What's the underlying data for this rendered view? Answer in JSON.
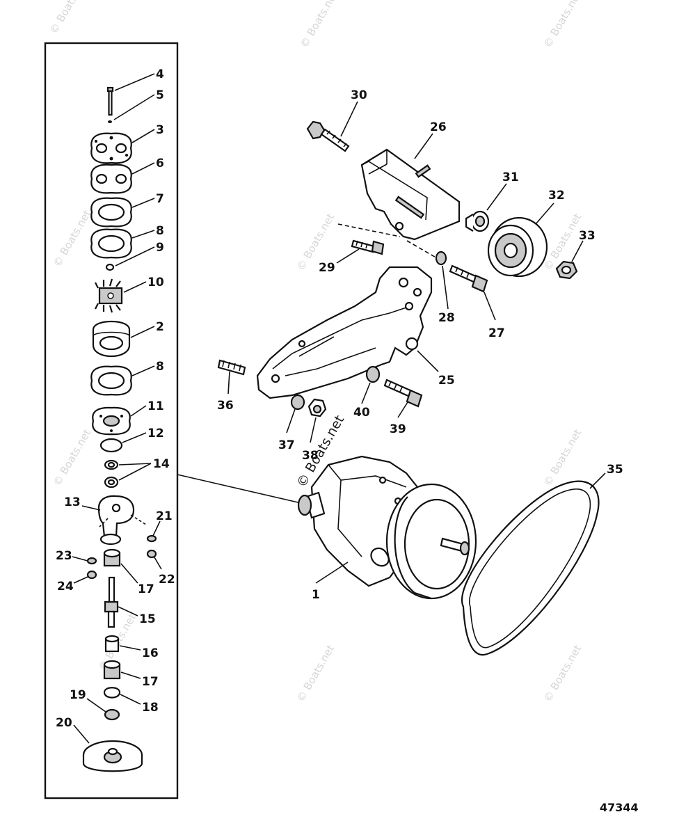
{
  "figure_number": "47344",
  "watermark": {
    "repeated_text": "© Boats.net",
    "center_text": "© Boats.net"
  },
  "callouts": [
    "1",
    "2",
    "3",
    "4",
    "5",
    "6",
    "7",
    "8",
    "9",
    "10",
    "11",
    "12",
    "13",
    "14",
    "15",
    "16",
    "17",
    "18",
    "19",
    "20",
    "21",
    "22",
    "23",
    "24",
    "25",
    "26",
    "27",
    "28",
    "29",
    "30",
    "31",
    "32",
    "33",
    "35",
    "36",
    "37",
    "38",
    "39",
    "40"
  ],
  "inset_labels": {
    "l4": "4",
    "l5": "5",
    "l3": "3",
    "l6": "6",
    "l7": "7",
    "l8a": "8",
    "l9": "9",
    "l10": "10",
    "l2": "2",
    "l8b": "8",
    "l11": "11",
    "l12": "12",
    "l14": "14",
    "l13": "13",
    "l21": "21",
    "l23": "23",
    "l22": "22",
    "l24": "24",
    "l17a": "17",
    "l15": "15",
    "l16": "16",
    "l17b": "17",
    "l19": "19",
    "l18": "18",
    "l20": "20"
  },
  "main_labels": {
    "l30": "30",
    "l26": "26",
    "l31": "31",
    "l32": "32",
    "l33": "33",
    "l29": "29",
    "l28": "28",
    "l27": "27",
    "l25": "25",
    "l36": "36",
    "l40": "40",
    "l39": "39",
    "l37": "37",
    "l38": "38",
    "l35": "35",
    "l1": "1"
  }
}
